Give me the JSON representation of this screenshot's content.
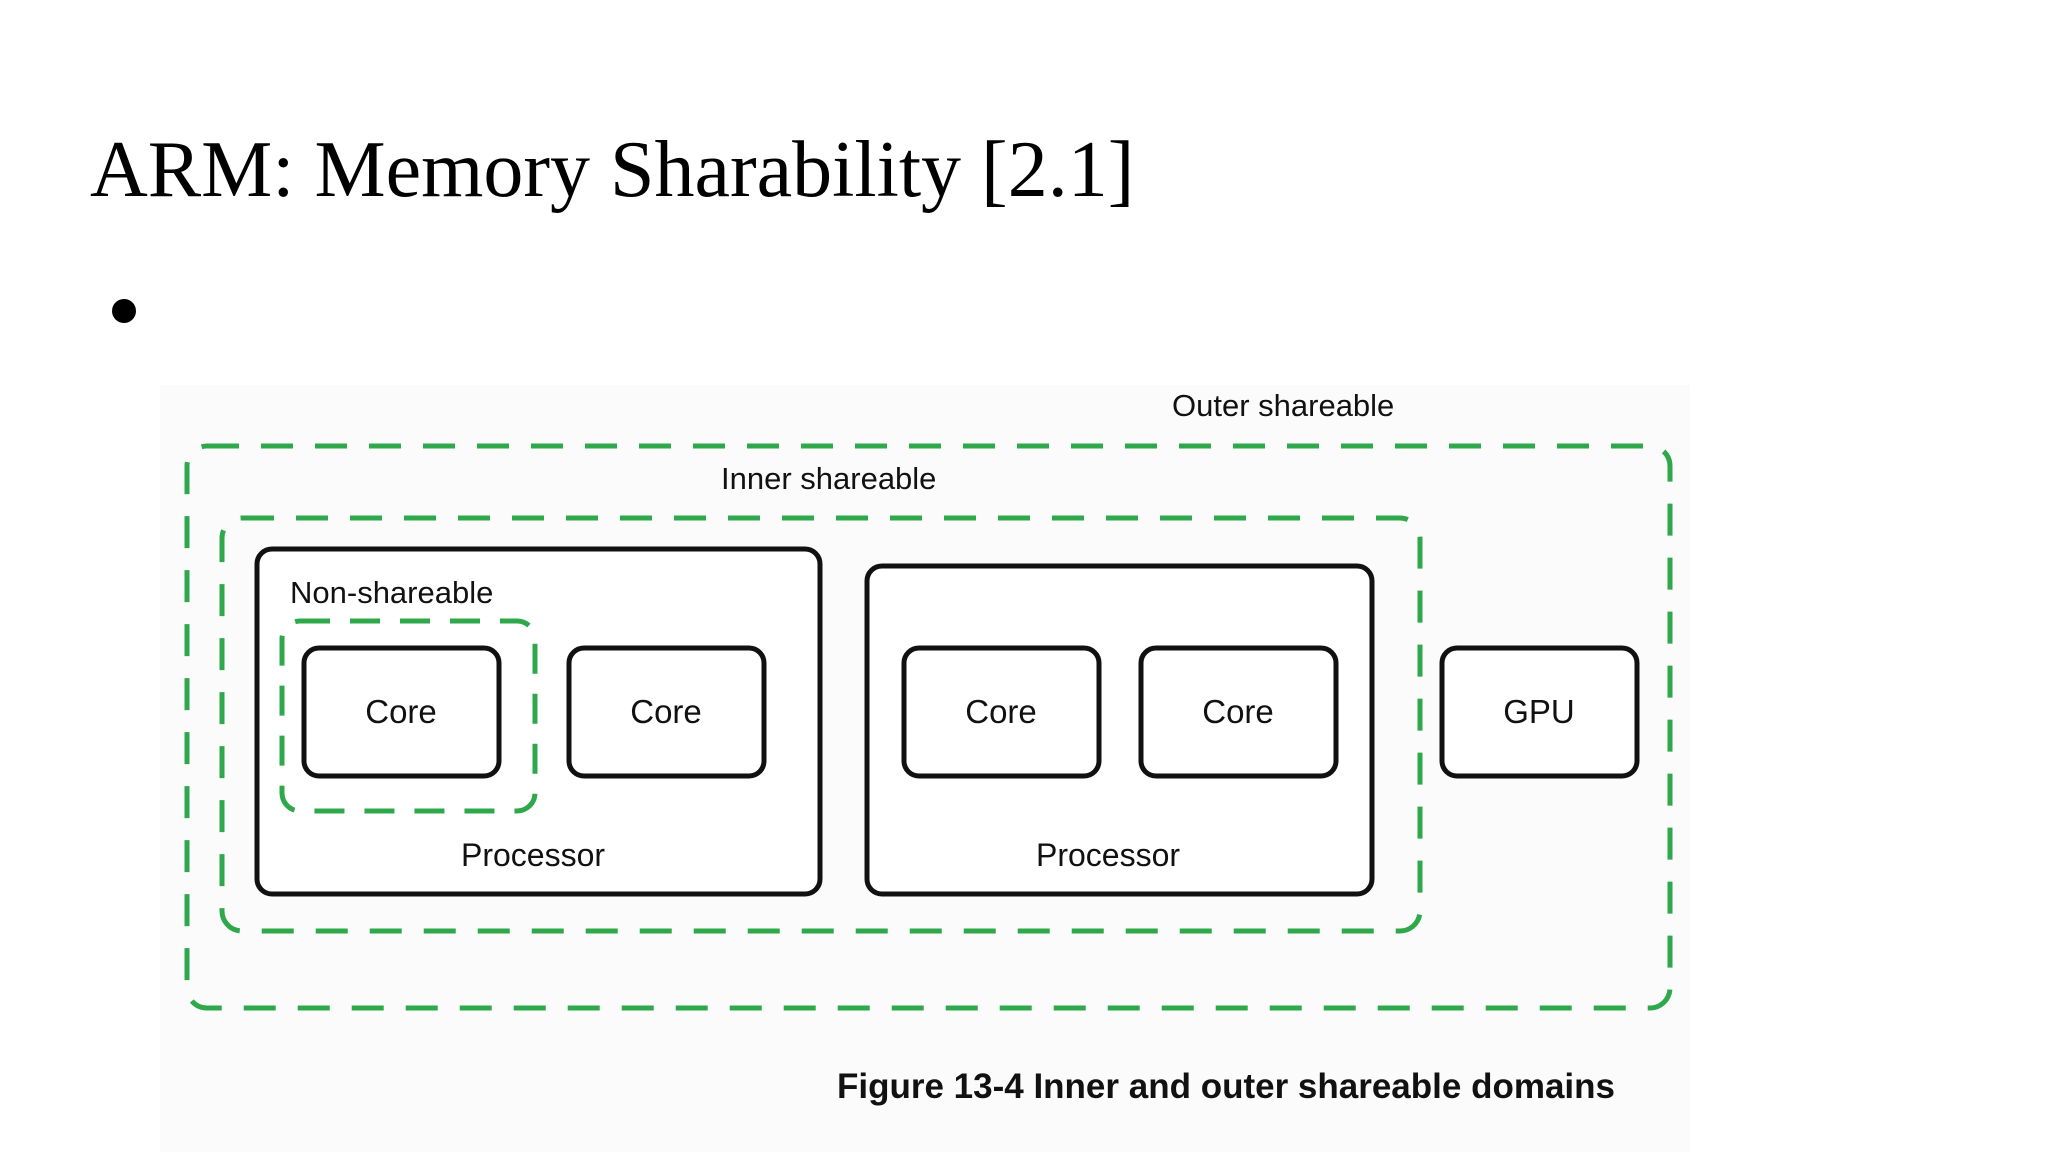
{
  "slide": {
    "title": "ARM: Memory Sharability [2.1]"
  },
  "diagram": {
    "outer_label": "Outer shareable",
    "inner_label": "Inner shareable",
    "non_shareable_label": "Non-shareable",
    "processors": [
      {
        "label": "Processor",
        "cores": [
          "Core",
          "Core"
        ]
      },
      {
        "label": "Processor",
        "cores": [
          "Core",
          "Core"
        ]
      }
    ],
    "gpu_label": "GPU",
    "caption": "Figure 13-4 Inner and outer shareable domains",
    "colors": {
      "domain_border": "#2ea84a",
      "box_border": "#111111"
    }
  }
}
